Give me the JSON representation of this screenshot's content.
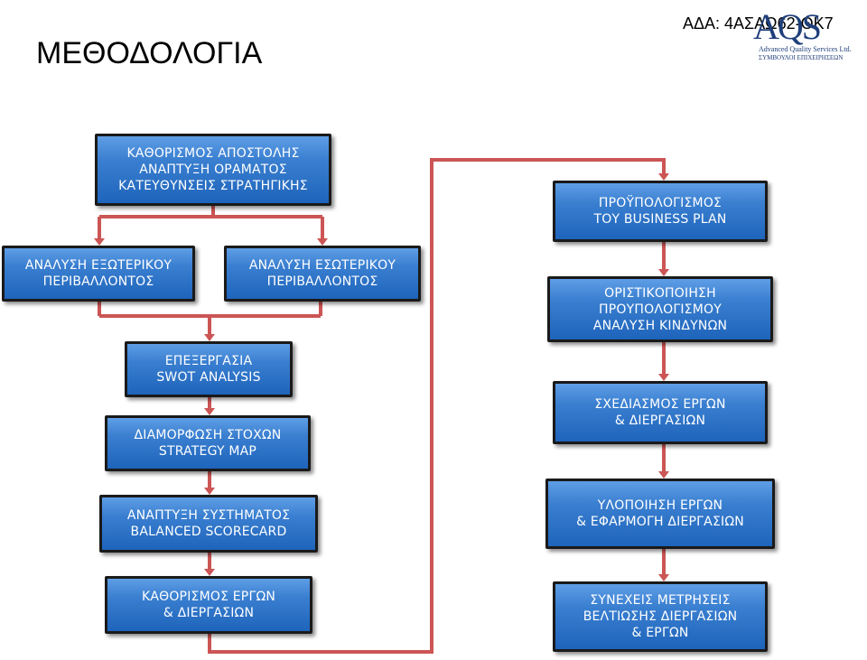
{
  "header": {
    "title": "ΜΕΘΟΔΟΛΟΓΙΑ",
    "ada": "ΑΔΑ: 4ΑΣΑΩ62-ΘΚ7",
    "logo": {
      "mark": "AQS",
      "line1": "Advanced Quality Services Ltd.",
      "line2": "ΣΥΜΒΟΥΛΟΙ ΕΠΙΧΕΙΡΗΣΕΩΝ"
    }
  },
  "colors": {
    "box_fill": "#2f74c8",
    "box_border": "#1a1a1a",
    "connector": "#cc5555"
  },
  "boxes": {
    "mission": "ΚΑΘΟΡΙΣΜΟΣ ΑΠΟΣΤΟΛΗΣ\nΑΝΑΠΤΥΞΗ ΟΡΑΜΑΤΟΣ\nΚΑΤΕΥΘΥΝΣΕΙΣ ΣΤΡΑΤΗΓΙΚΗΣ",
    "external": "ΑΝΑΛΥΣΗ ΕΞΩΤΕΡΙΚΟΥ\nΠΕΡΙΒΑΛΛΟΝΤΟΣ",
    "internal": "ΑΝΑΛΥΣΗ ΕΣΩΤΕΡΙΚΟΥ\nΠΕΡΙΒΑΛΛΟΝΤΟΣ",
    "swot": "ΕΠΕΞΕΡΓΑΣΙΑ\nSWOT ANALYSIS",
    "strategy_map": "ΔΙΑΜΟΡΦΩΣΗ ΣΤΟΧΩΝ\nSTRATEGY MAP",
    "scorecard": "ΑΝΑΠΤΥΞΗ ΣΥΣΤΗΜΑΤΟΣ\nBALANCED SCORECARD",
    "projects_left": "ΚΑΘΟΡΙΣΜΟΣ ΕΡΓΩΝ\n& ΔΙΕΡΓΑΣΙΩΝ",
    "budget": "ΠΡΟΫΠΟΛΟΓΙΣΜΟΣ\nΤΟΥ BUSINESS PLAN",
    "risk": "ΟΡΙΣΤΙΚΟΠΟΙΗΣΗ\nΠΡΟΥΠΟΛΟΓΙΣΜΟΥ\nΑΝΑΛΥΣΗ ΚΙΝΔΥΝΩΝ",
    "design": "ΣΧΕΔΙΑΣΜΟΣ ΕΡΓΩΝ\n& ΔΙΕΡΓΑΣΙΩΝ",
    "implementation": "ΥΛΟΠΟΙΗΣΗ ΕΡΓΩΝ\n& ΕΦΑΡΜΟΓΗ ΔΙΕΡΓΑΣΙΩΝ",
    "improvement": "ΣΥΝΕΧΕΙΣ ΜΕΤΡΗΣΕΙΣ\nΒΕΛΤΙΩΣΗΣ ΔΙΕΡΓΑΣΙΩΝ\n& ΕΡΓΩΝ"
  }
}
